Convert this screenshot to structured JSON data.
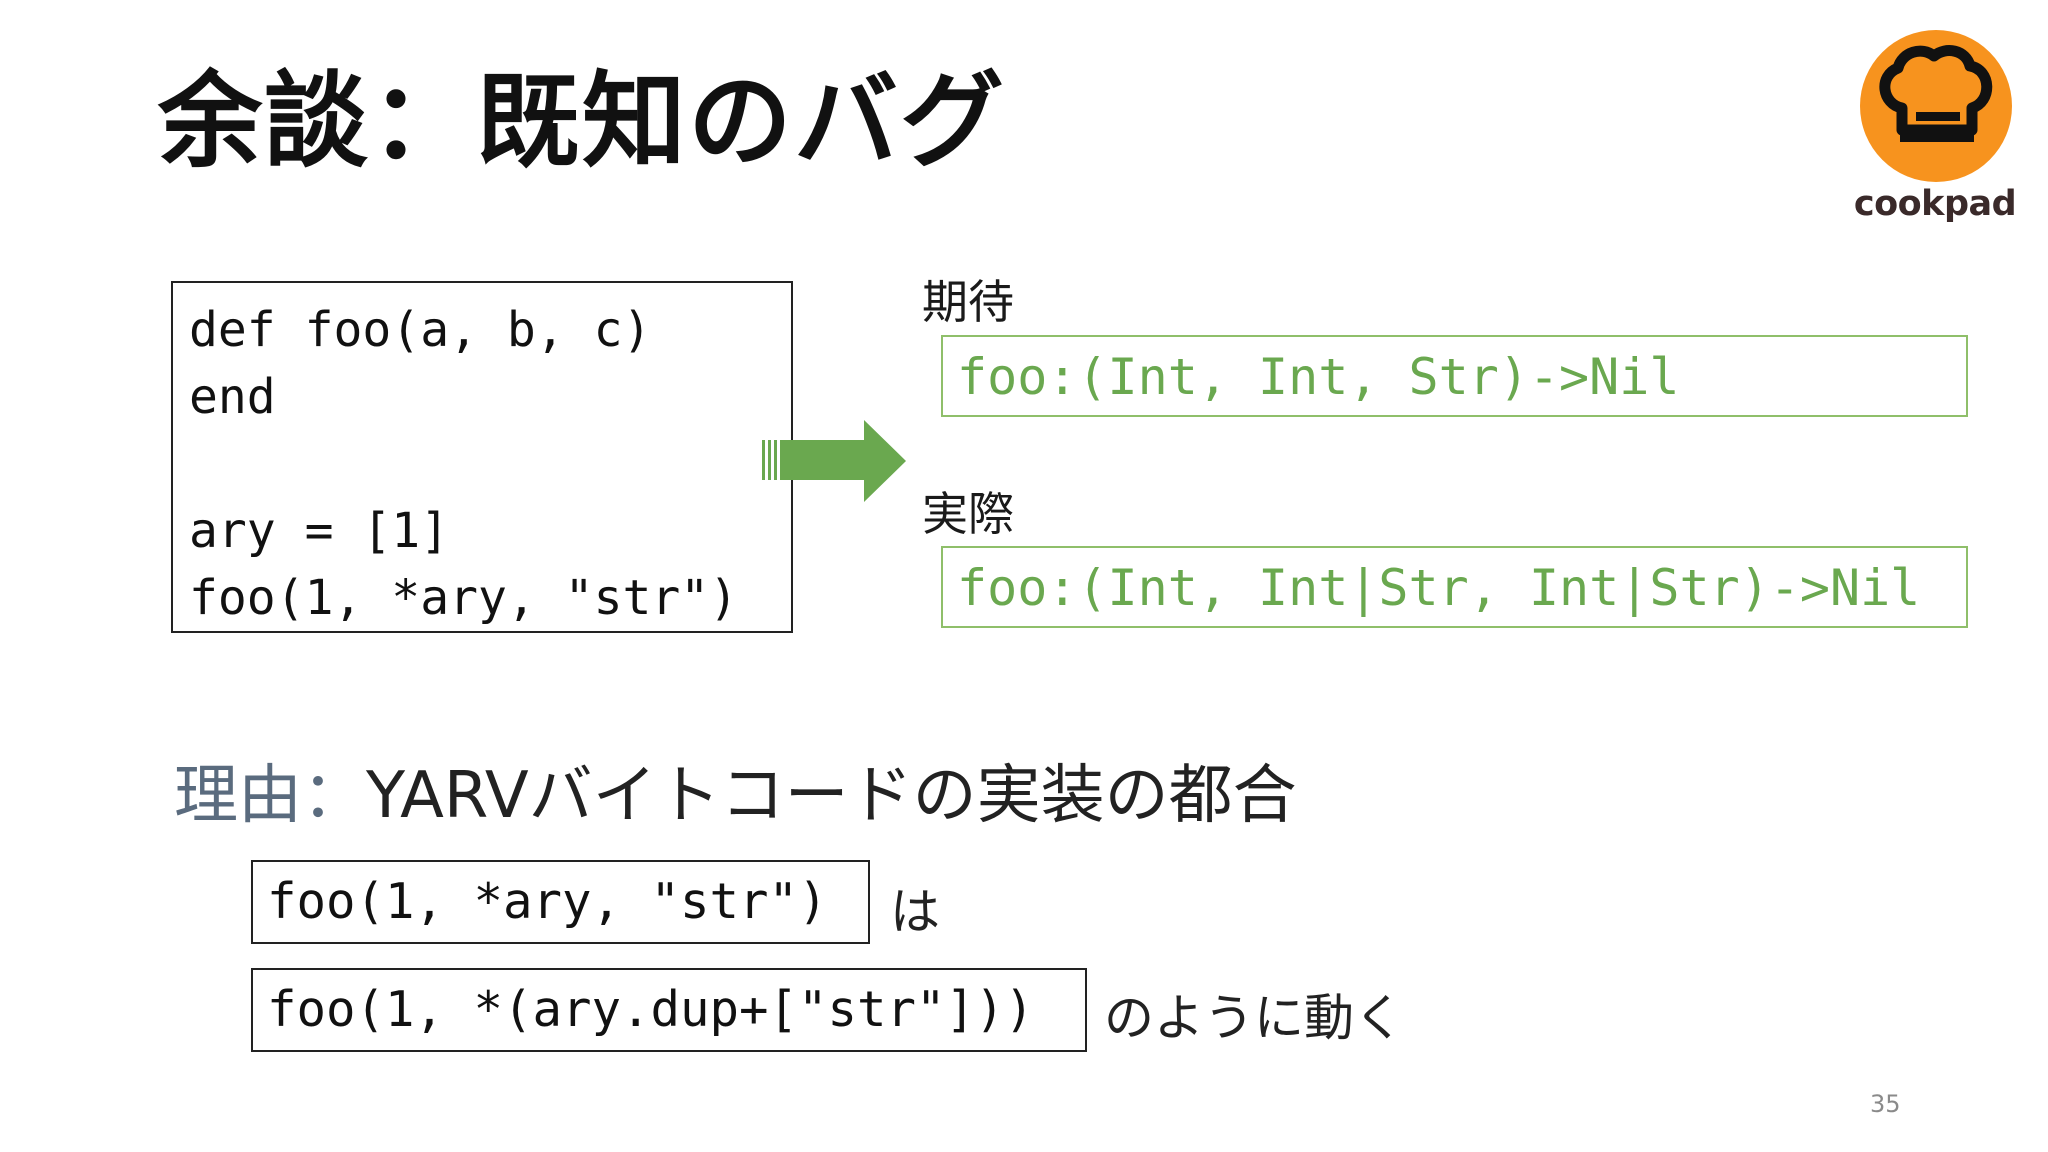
{
  "slide": {
    "title": "余談：既知のバグ",
    "logo": {
      "text": "cookpad",
      "brand_color": "#f7931e",
      "icon": "chef-hat-icon"
    },
    "code_lines": [
      "def foo(a, b, c)",
      "end",
      "",
      "ary = [1]",
      "foo(1, *ary, \"str\")"
    ],
    "arrow_icon": "right-arrow-icon",
    "arrow_color": "#6aa84f",
    "expected": {
      "label": "期待",
      "type": "foo:(Int, Int, Str)->Nil"
    },
    "actual": {
      "label": "実際",
      "type": "foo:(Int, Int|Str, Int|Str)->Nil"
    },
    "reason": {
      "label": "理由",
      "separator": "：",
      "text": "YARVバイトコードの実装の都合"
    },
    "examples": [
      {
        "code": "foo(1, *ary, \"str\")",
        "suffix": "は"
      },
      {
        "code": "foo(1, *(ary.dup+[\"str\"]))",
        "suffix": "のように動く"
      }
    ],
    "page_number": "35"
  }
}
